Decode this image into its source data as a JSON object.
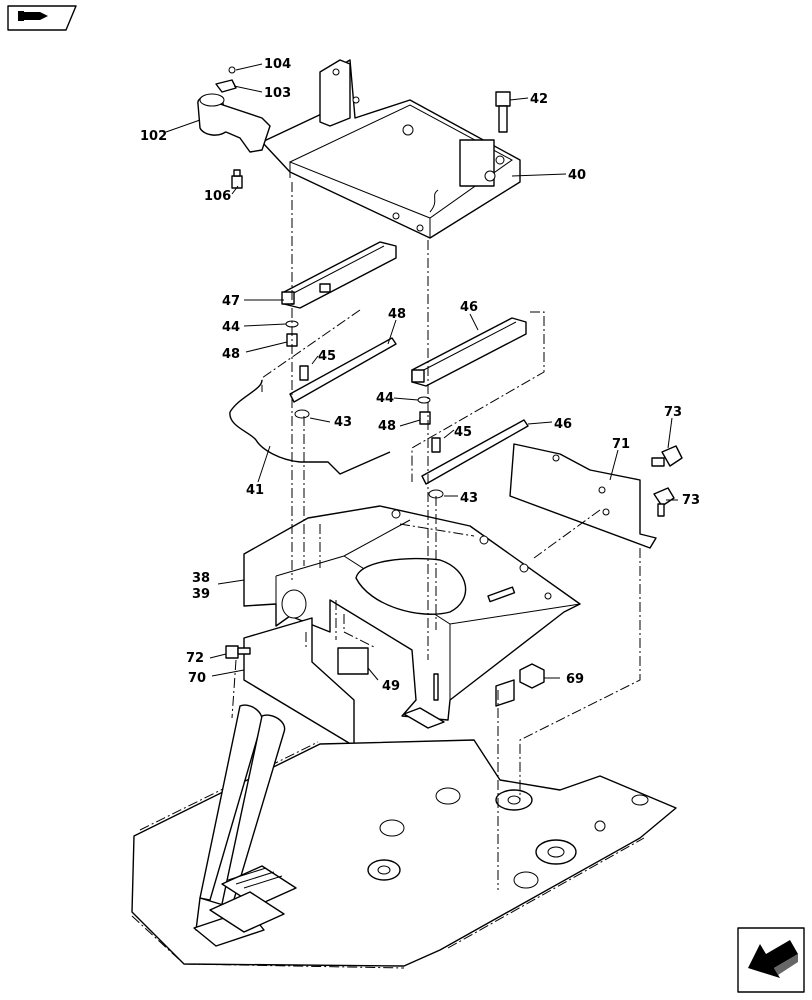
{
  "navigation": {
    "back_icon": "hand-pointing-right-icon",
    "next_icon": "arrow-down-left-icon"
  },
  "callouts": [
    {
      "id": "104",
      "text": "104"
    },
    {
      "id": "103",
      "text": "103"
    },
    {
      "id": "102",
      "text": "102"
    },
    {
      "id": "106",
      "text": "106"
    },
    {
      "id": "42",
      "text": "42"
    },
    {
      "id": "40",
      "text": "40"
    },
    {
      "id": "47",
      "text": "47"
    },
    {
      "id": "44a",
      "text": "44"
    },
    {
      "id": "48a",
      "text": "48"
    },
    {
      "id": "48b",
      "text": "48"
    },
    {
      "id": "46a",
      "text": "46"
    },
    {
      "id": "45a",
      "text": "45"
    },
    {
      "id": "43a",
      "text": "43"
    },
    {
      "id": "44b",
      "text": "44"
    },
    {
      "id": "48c",
      "text": "48"
    },
    {
      "id": "45b",
      "text": "45"
    },
    {
      "id": "46b",
      "text": "46"
    },
    {
      "id": "73a",
      "text": "73"
    },
    {
      "id": "71",
      "text": "71"
    },
    {
      "id": "73b",
      "text": "73"
    },
    {
      "id": "41",
      "text": "41"
    },
    {
      "id": "43b",
      "text": "43"
    },
    {
      "id": "38",
      "text": "38"
    },
    {
      "id": "39",
      "text": "39"
    },
    {
      "id": "72",
      "text": "72"
    },
    {
      "id": "70",
      "text": "70"
    },
    {
      "id": "49",
      "text": "49"
    },
    {
      "id": "69",
      "text": "69"
    }
  ]
}
